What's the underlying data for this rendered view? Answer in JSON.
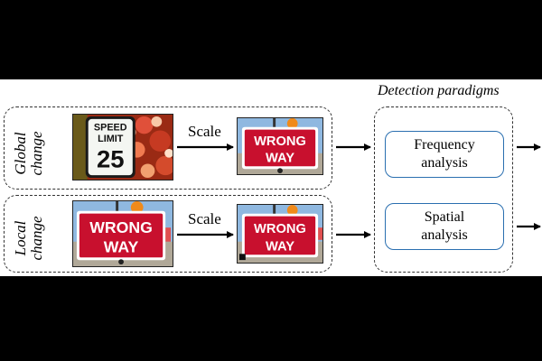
{
  "diagram": {
    "paradigms_title": "Detection paradigms",
    "rows": [
      {
        "label_line1": "Global",
        "label_line2": "change",
        "scale_label": "Scale"
      },
      {
        "label_line1": "Local",
        "label_line2": "change",
        "scale_label": "Scale"
      }
    ],
    "paradigms": [
      {
        "line1": "Frequency",
        "line2": "analysis"
      },
      {
        "line1": "Spatial",
        "line2": "analysis"
      }
    ],
    "signs": {
      "speed_line1": "SPEED",
      "speed_line2": "LIMIT",
      "speed_value": "25",
      "wrong_line1": "WRONG",
      "wrong_line2": "WAY"
    }
  },
  "colors": {
    "paradigm_border": "#2a6fb0",
    "sign_red": "#c8102e",
    "background": "#000000"
  }
}
